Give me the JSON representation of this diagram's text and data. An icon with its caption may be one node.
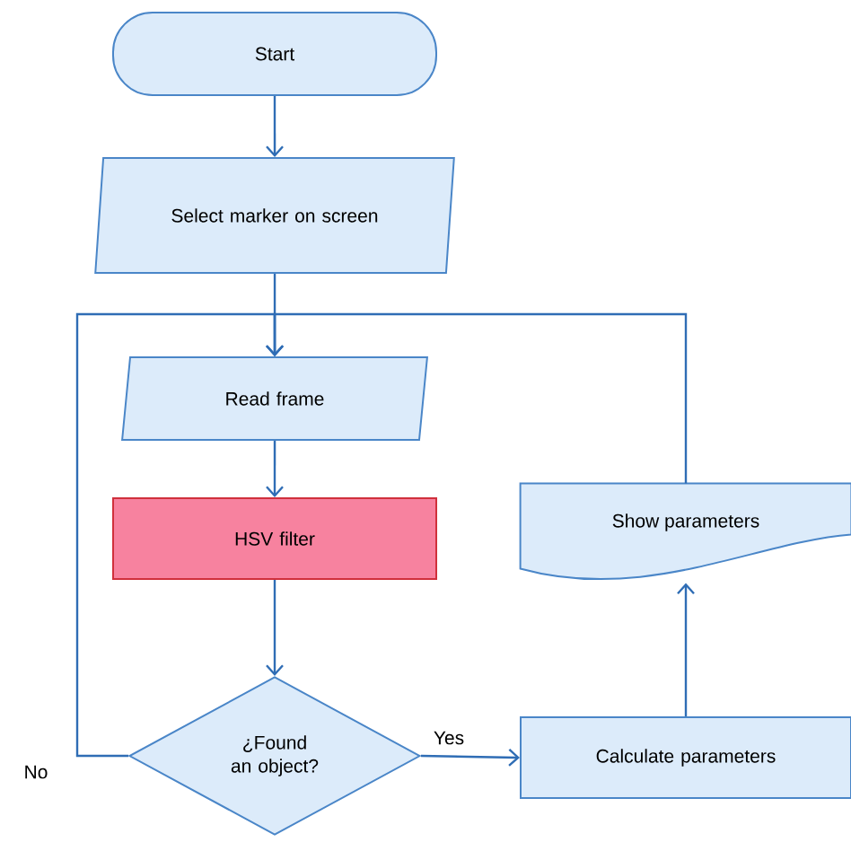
{
  "diagram": {
    "nodes": [
      {
        "text": [
          "Start"
        ]
      },
      {
        "text": [
          "Select marker on screen"
        ]
      },
      {
        "text": [
          "Read frame"
        ]
      },
      {
        "text": [
          "HSV filter"
        ]
      },
      {
        "text": [
          "¿Found an object?"
        ]
      },
      {
        "text": [
          "Calculate parameters"
        ]
      },
      {
        "text": [
          "Show parameters"
        ]
      }
    ],
    "edges": [
      {
        "from": 0,
        "to": 1,
        "arrow": "to"
      },
      {
        "from": 1,
        "to": 2,
        "arrow": "to"
      },
      {
        "from": 2,
        "to": 3,
        "arrow": "to"
      },
      {
        "from": 3,
        "to": 4,
        "arrow": "to"
      },
      {
        "from": 4,
        "to": 5,
        "arrow": "to",
        "label": "Yes"
      },
      {
        "from": 5,
        "to": 6,
        "arrow": "to"
      },
      {
        "from": 6,
        "to": 2,
        "arrow": "to"
      },
      {
        "from": 4,
        "to": 2,
        "arrow": "to",
        "label": "No"
      }
    ]
  }
}
